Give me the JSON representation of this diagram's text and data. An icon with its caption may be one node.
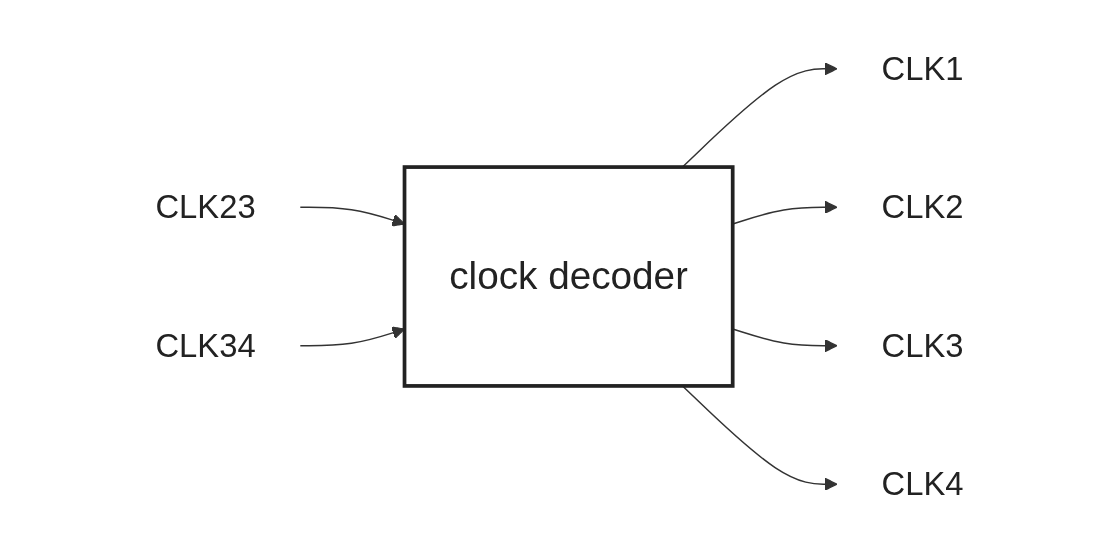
{
  "diagram": {
    "nodes": [
      {
        "text": [
          "CLK23"
        ]
      },
      {
        "text": [
          "CLK34"
        ]
      },
      {
        "text": [
          "clock decoder"
        ]
      },
      {
        "text": [
          "CLK1"
        ]
      },
      {
        "text": [
          "CLK2"
        ]
      },
      {
        "text": [
          "CLK3"
        ]
      },
      {
        "text": [
          "CLK4"
        ]
      }
    ],
    "edges": [
      {
        "from": 0,
        "to": 2,
        "arrow": "to"
      },
      {
        "from": 1,
        "to": 2,
        "arrow": "to"
      },
      {
        "from": 2,
        "to": 3,
        "arrow": "to"
      },
      {
        "from": 2,
        "to": 4,
        "arrow": "to"
      },
      {
        "from": 2,
        "to": 5,
        "arrow": "to"
      },
      {
        "from": 2,
        "to": 6,
        "arrow": "to"
      }
    ]
  }
}
